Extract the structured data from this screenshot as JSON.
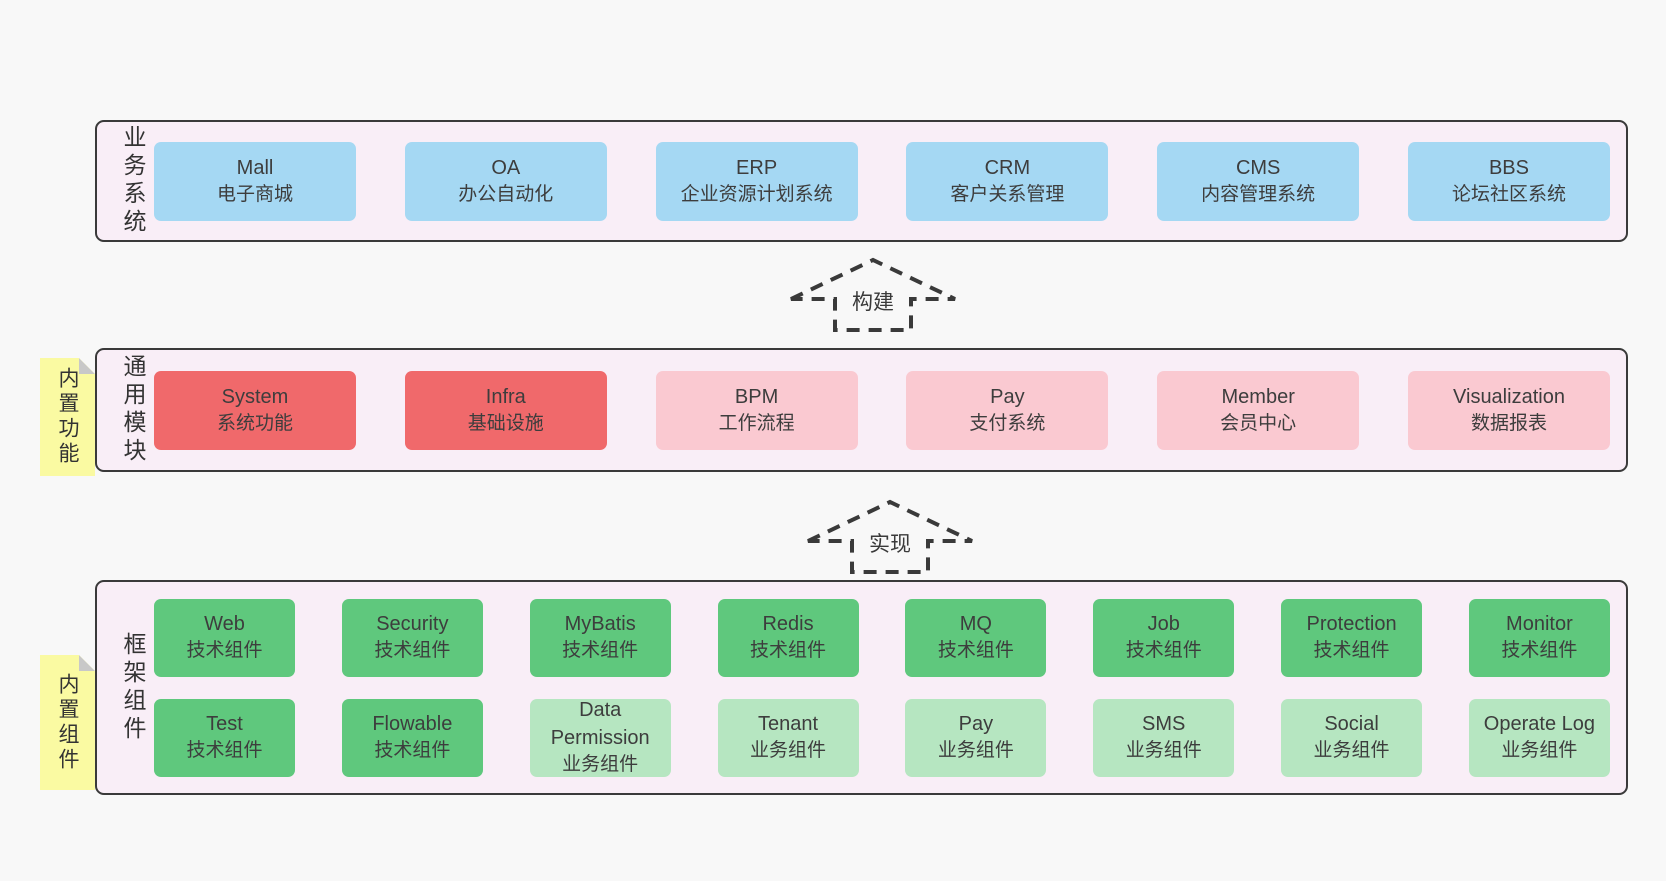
{
  "colors": {
    "page-bg": "#f8f8f8",
    "panel-bg": "#f9eef7",
    "panel-border": "#3a3a3a",
    "box-blue": "#a5d8f3",
    "box-red": "#f0696b",
    "box-pink": "#fac9d1",
    "box-green": "#5fc87d",
    "box-green-light": "#b6e6c1",
    "note-yellow": "#fafaa2",
    "note-fold": "#c8c8c8",
    "text": "#3d3d3d"
  },
  "arrows": {
    "build": "构建",
    "implement": "实现"
  },
  "sections": {
    "business": {
      "label": "业务系统",
      "boxes": [
        {
          "title": "Mall",
          "subtitle": "电子商城"
        },
        {
          "title": "OA",
          "subtitle": "办公自动化"
        },
        {
          "title": "ERP",
          "subtitle": "企业资源计划系统"
        },
        {
          "title": "CRM",
          "subtitle": "客户关系管理"
        },
        {
          "title": "CMS",
          "subtitle": "内容管理系统"
        },
        {
          "title": "BBS",
          "subtitle": "论坛社区系统"
        }
      ]
    },
    "modules": {
      "label": "通用模块",
      "note": "内置功能",
      "boxes": [
        {
          "title": "System",
          "subtitle": "系统功能"
        },
        {
          "title": "Infra",
          "subtitle": "基础设施"
        },
        {
          "title": "BPM",
          "subtitle": "工作流程"
        },
        {
          "title": "Pay",
          "subtitle": "支付系统"
        },
        {
          "title": "Member",
          "subtitle": "会员中心"
        },
        {
          "title": "Visualization",
          "subtitle": "数据报表"
        }
      ]
    },
    "framework": {
      "label": "框架组件",
      "note": "内置组件",
      "row1": [
        {
          "title": "Web",
          "subtitle": "技术组件"
        },
        {
          "title": "Security",
          "subtitle": "技术组件"
        },
        {
          "title": "MyBatis",
          "subtitle": "技术组件"
        },
        {
          "title": "Redis",
          "subtitle": "技术组件"
        },
        {
          "title": "MQ",
          "subtitle": "技术组件"
        },
        {
          "title": "Job",
          "subtitle": "技术组件"
        },
        {
          "title": "Protection",
          "subtitle": "技术组件"
        },
        {
          "title": "Monitor",
          "subtitle": "技术组件"
        }
      ],
      "row2": [
        {
          "title": "Test",
          "subtitle": "技术组件"
        },
        {
          "title": "Flowable",
          "subtitle": "技术组件"
        },
        {
          "title": "Data Permission",
          "subtitle": "业务组件"
        },
        {
          "title": "Tenant",
          "subtitle": "业务组件"
        },
        {
          "title": "Pay",
          "subtitle": "业务组件"
        },
        {
          "title": "SMS",
          "subtitle": "业务组件"
        },
        {
          "title": "Social",
          "subtitle": "业务组件"
        },
        {
          "title": "Operate Log",
          "subtitle": "业务组件"
        }
      ]
    }
  }
}
